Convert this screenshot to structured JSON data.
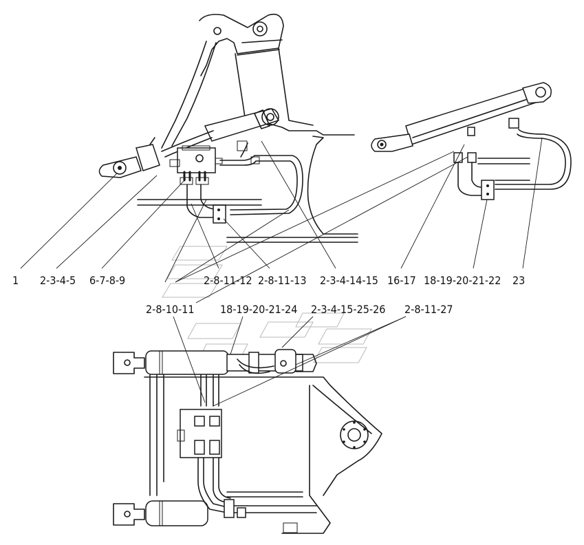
{
  "callouts_upper": [
    {
      "id": "c1",
      "text": "1"
    },
    {
      "id": "c2",
      "text": "2-3-4-5"
    },
    {
      "id": "c3",
      "text": "6-7-8-9"
    },
    {
      "id": "c4",
      "text": "2-8-11-12"
    },
    {
      "id": "c5",
      "text": "2-8-11-13"
    },
    {
      "id": "c6",
      "text": "2-3-4-14-15"
    },
    {
      "id": "c7",
      "text": "16-17"
    },
    {
      "id": "c8",
      "text": "18-19-20-21-22"
    },
    {
      "id": "c9",
      "text": "23"
    }
  ],
  "callouts_lower": [
    {
      "id": "d1",
      "text": "2-8-10-11"
    },
    {
      "id": "d2",
      "text": "18-19-20-21-24"
    },
    {
      "id": "d3",
      "text": "2-3-4-15-25-26"
    },
    {
      "id": "d4",
      "text": "2-8-11-27"
    }
  ]
}
